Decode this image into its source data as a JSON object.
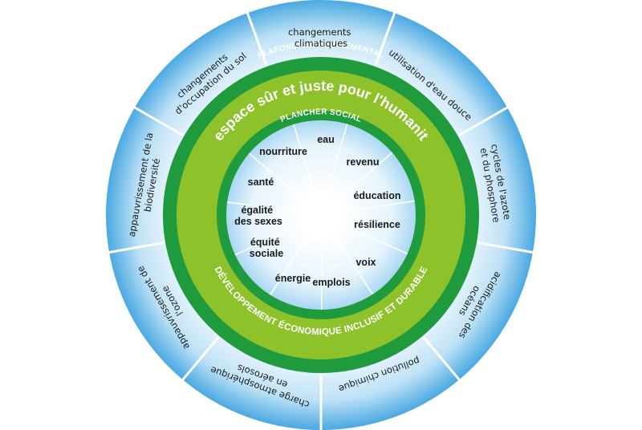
{
  "center_title": "l'espace sûr et juste pour l'humanité",
  "ceiling_label": "PLAFOND ENVIRONNEMENTAL",
  "floor_label": "PLANCHER SOCIAL",
  "ring_bottom_label": "DÉVELOPPEMENT ÉCONOMIQUE INCLUSIF ET DURABLE",
  "environmental": [
    "changements climatiques",
    "utilisation d'eau douce",
    "cycles de l'azote et du phosphore",
    "acidification des océans",
    "pollution chimique",
    "charge atmosphérique en aérosols",
    "appauvrissement de l'ozone",
    "appauvrissement de la biodiversité",
    "changements d'occupation du sol"
  ],
  "social": [
    "eau",
    "revenu",
    "éducation",
    "résilience",
    "voix",
    "emplois",
    "énergie",
    "équité sociale",
    "égalité des sexes",
    "santé",
    "nourriture"
  ],
  "colors": {
    "outer_green": "#1f9a3c",
    "ring_light_green": "#8dc22a",
    "sky_blue": "#3aa3e0",
    "divider": "#ffffff"
  }
}
